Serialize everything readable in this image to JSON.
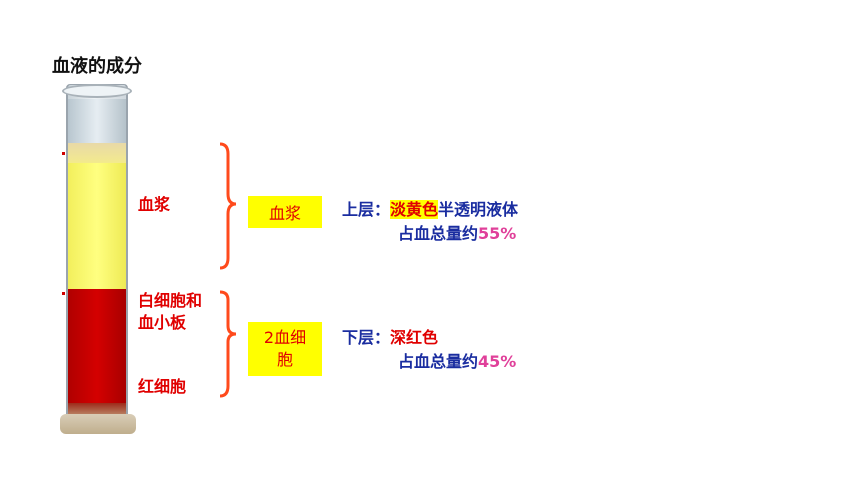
{
  "title": "血液的成分",
  "labels": {
    "plasma": "血浆",
    "wbc_platelets_line1": "白细胞和",
    "wbc_platelets_line2": "血小板",
    "rbc": "红细胞"
  },
  "boxes": {
    "upper": "血浆",
    "lower_line1": "2血细",
    "lower_line2": "胞"
  },
  "upper_desc": {
    "prefix": "上层：",
    "color": "淡黄色",
    "rest": "半透明液体",
    "line2_text": "占血总量约",
    "line2_value": "55%"
  },
  "lower_desc": {
    "prefix": "下层：",
    "color": "深红色",
    "line2_text": "占血总量约",
    "line2_value": "45%"
  },
  "colors": {
    "accent_red": "#e00000",
    "navy": "#1a2da0",
    "highlight_yellow": "#ffff00",
    "brace_orange": "#ff4a1c",
    "percent_pink": "#e0409a"
  }
}
